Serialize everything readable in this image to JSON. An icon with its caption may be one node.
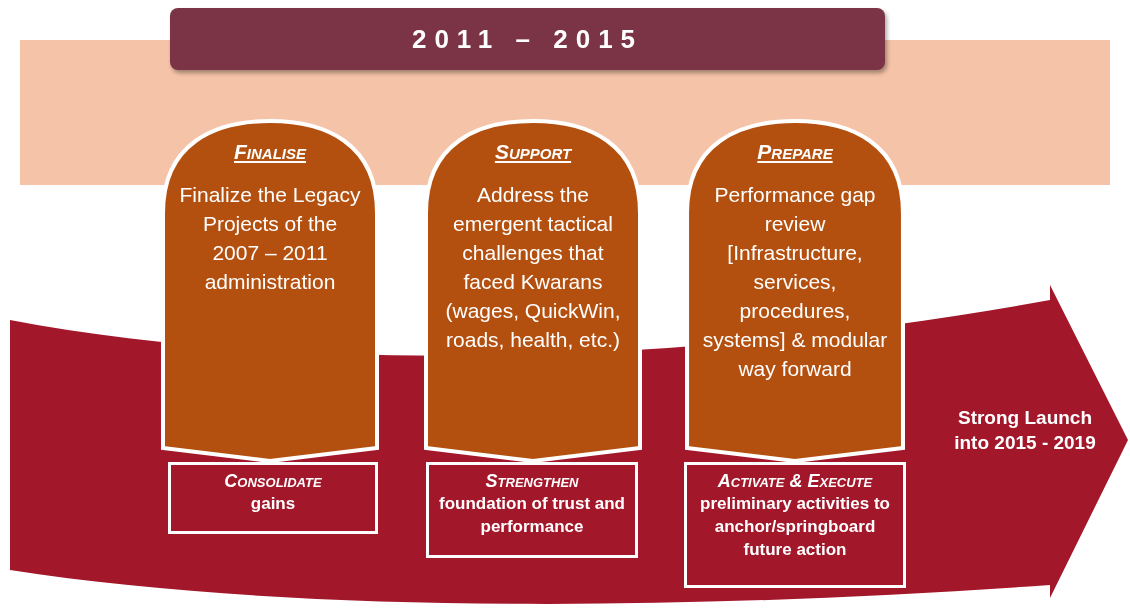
{
  "diagram": {
    "nodes": [
      {
        "text": [
          "2011 – 2015"
        ]
      },
      {
        "text": [
          "Strong Launch into 2015 - 2019"
        ]
      },
      {
        "text": [
          "Finalise",
          "Finalize the Legacy Projects of the 2007 – 2011 administration"
        ]
      },
      {
        "text": [
          "Support",
          "Address the emergent tactical challenges that faced Kwarans (wages, QuickWin, roads, health, etc.)"
        ]
      },
      {
        "text": [
          "Prepare",
          "Performance gap review [Infrastructure, services, procedures, systems] & modular way forward"
        ]
      },
      {
        "text": [
          "Consolidate",
          "gains"
        ],
        "in": 1
      },
      {
        "text": [
          "Strengthen",
          "foundation of trust and performance"
        ],
        "in": 1
      },
      {
        "text": [
          "Activate & Execute",
          "preliminary activities to anchor/springboard future action"
        ],
        "in": 1
      }
    ],
    "edges": []
  }
}
